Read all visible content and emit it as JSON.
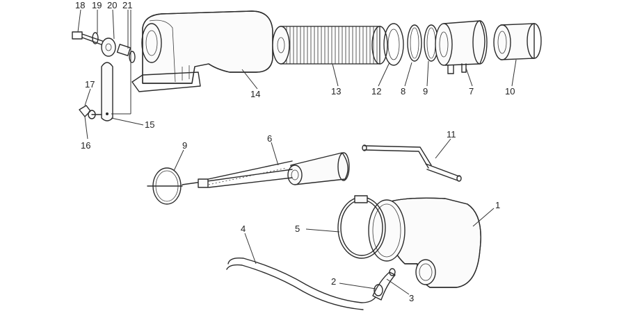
{
  "callouts": [
    {
      "id": "1",
      "label": "1"
    },
    {
      "id": "2",
      "label": "2"
    },
    {
      "id": "3",
      "label": "3"
    },
    {
      "id": "4",
      "label": "4"
    },
    {
      "id": "5",
      "label": "5"
    },
    {
      "id": "6",
      "label": "6"
    },
    {
      "id": "7",
      "label": "7"
    },
    {
      "id": "8",
      "label": "8"
    },
    {
      "id": "9a",
      "label": "9"
    },
    {
      "id": "9b",
      "label": "9"
    },
    {
      "id": "10",
      "label": "10"
    },
    {
      "id": "11",
      "label": "11"
    },
    {
      "id": "12",
      "label": "12"
    },
    {
      "id": "13",
      "label": "13"
    },
    {
      "id": "14",
      "label": "14"
    },
    {
      "id": "15",
      "label": "15"
    },
    {
      "id": "16",
      "label": "16"
    },
    {
      "id": "17",
      "label": "17"
    },
    {
      "id": "18",
      "label": "18"
    },
    {
      "id": "19",
      "label": "19"
    },
    {
      "id": "20",
      "label": "20"
    },
    {
      "id": "21",
      "label": "21"
    }
  ]
}
